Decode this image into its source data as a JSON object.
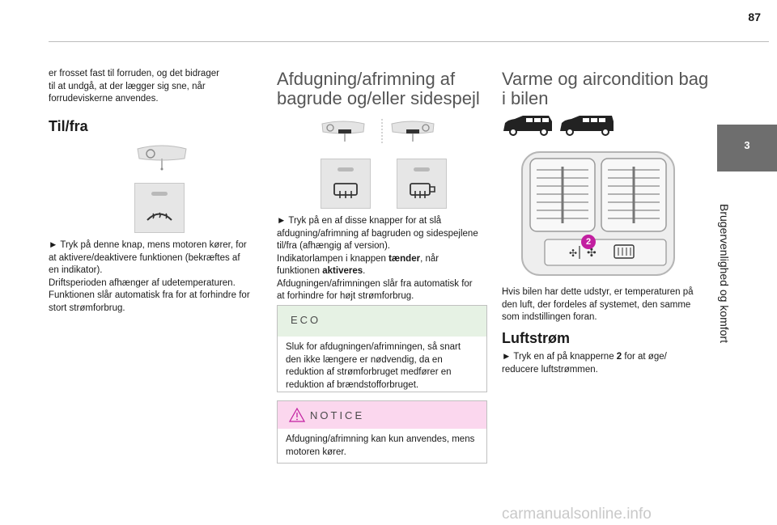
{
  "header": {
    "page_number": "87"
  },
  "side_tab": {
    "number": "3",
    "label": "Brugervenlighed og komfort"
  },
  "col1": {
    "intro_lines": [
      "er frosset fast til forruden, og det bidrager",
      "til at undgå, at der lægger sig sne, når",
      "forrudeviskerne anvendes."
    ],
    "heading": "Til/fra",
    "para_lines": [
      "► Tryk på denne knap, mens motoren kører, for",
      "at aktivere/deaktivere funktionen (bekræftes af",
      "en indikator).",
      "Driftsperioden afhænger af udetemperaturen.",
      "Funktionen slår automatisk fra for at forhindre for",
      "stort strømforbrug."
    ]
  },
  "col2": {
    "title_line1": "Afdugning/afrimning af",
    "title_line2": "bagrude og/eller sidespejl",
    "para_lines": [
      "► Tryk på en af disse knapper for at slå",
      "afdugning/afrimning af bagruden og sidespejlene",
      "til/fra (afhængig af version).",
      "Indikatorlampen i knappen ",
      "tænder",
      ", når",
      "funktionen ",
      "aktiveres",
      ".",
      "Afdugningen/afrimningen slår fra automatisk for",
      "at forhindre for højt strømforbrug."
    ],
    "eco_label": "ECO",
    "eco_lines": [
      "Sluk for afdugningen/afrimningen, så snart",
      "den ikke længere er nødvendig, da en",
      "reduktion af strømforbruget medfører en",
      "reduktion af brændstofforbruget."
    ],
    "notice_label": "NOTICE",
    "notice_lines": [
      "Afdugning/afrimning kan kun anvendes, mens",
      "motoren kører."
    ]
  },
  "col3": {
    "title_line1": "Varme og aircondition bag",
    "title_line2": "i bilen",
    "callout": "2",
    "para_lines": [
      "Hvis bilen har dette udstyr, er temperaturen på",
      "den luft, der fordeles af systemet, den samme",
      "som indstillingen foran."
    ],
    "heading": "Luftstrøm",
    "para2_a": "► Tryk en af på knapperne ",
    "para2_b": "2",
    "para2_c": " for at øge/",
    "para2_d": "reducere luftstrømmen."
  },
  "watermark": "carmanualsonline.info",
  "colors": {
    "eco_bg": "#e6f2e4",
    "notice_bg": "#fbd7ee",
    "tab_bg": "#6e6e6e",
    "callout": "#c21fa0"
  }
}
